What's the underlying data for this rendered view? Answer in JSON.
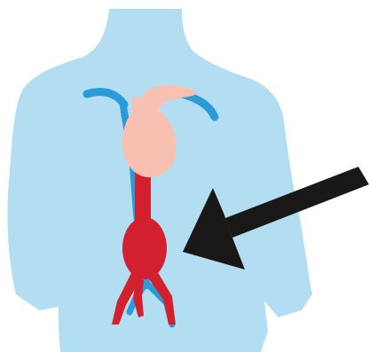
{
  "image": {
    "subject": "torso-with-aorta-and-aneurysm",
    "colors": {
      "background": "#ffffff",
      "torso": "#b3def2",
      "vein": "#2a9ad8",
      "artery": "#d2202f",
      "heart": "#f7c0b0",
      "arrow": "#1a1717"
    }
  },
  "elements": [
    {
      "name": "torso-silhouette",
      "icon": "torso-icon"
    },
    {
      "name": "heart",
      "icon": "heart-icon"
    },
    {
      "name": "vena-cava",
      "icon": "vein-icon"
    },
    {
      "name": "aorta",
      "icon": "artery-icon"
    },
    {
      "name": "aneurysm-bulge",
      "icon": "aneurysm-icon"
    },
    {
      "name": "pointer-arrow",
      "icon": "arrow-icon"
    }
  ]
}
